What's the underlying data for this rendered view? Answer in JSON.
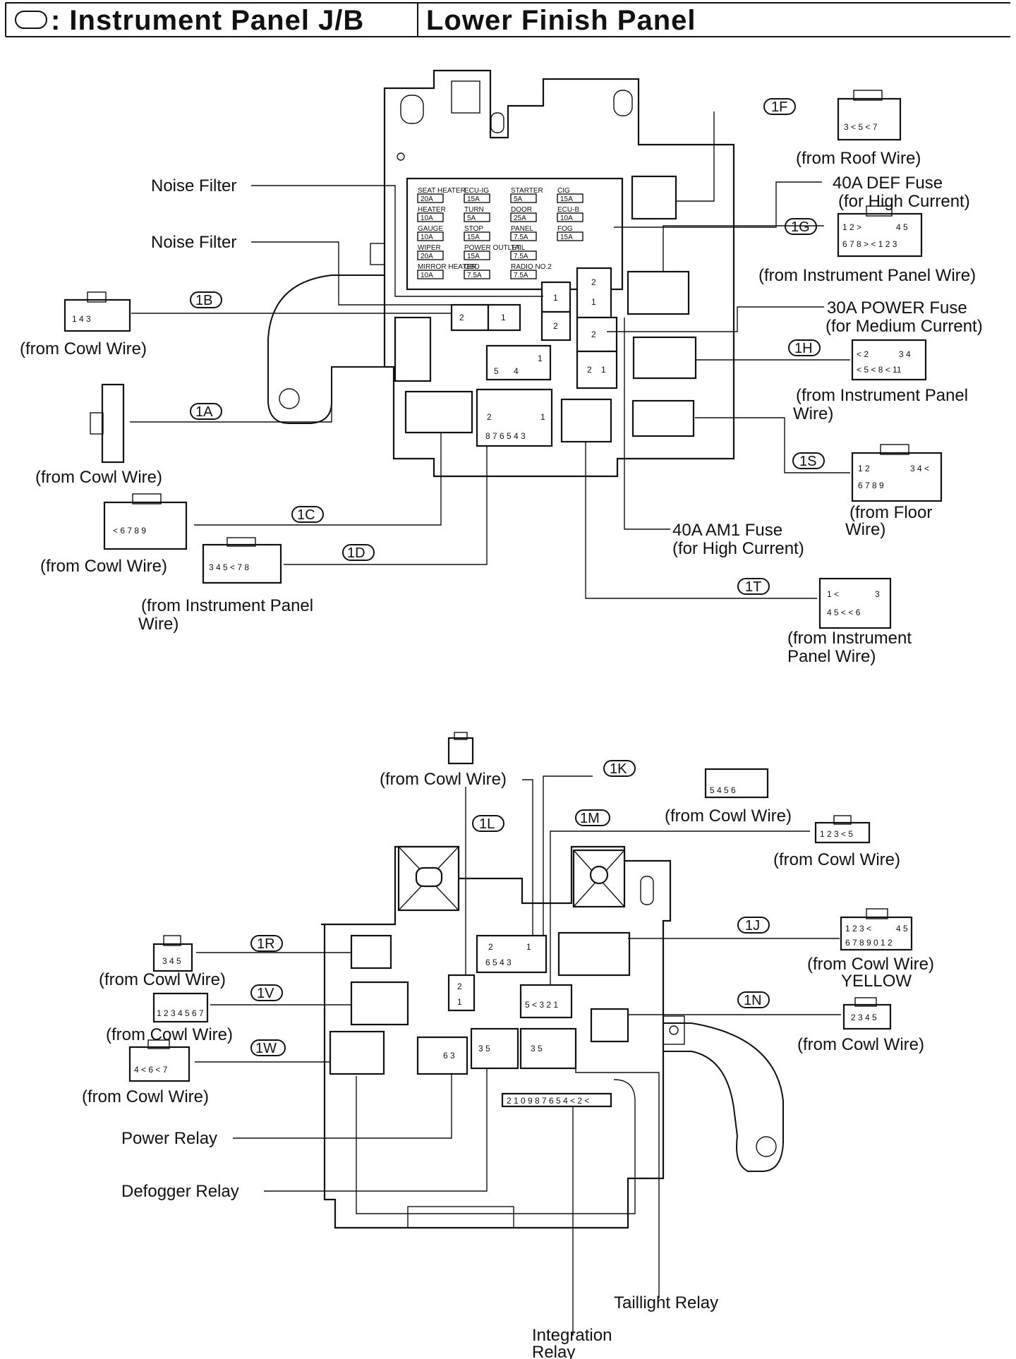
{
  "header": {
    "symbol": "◯",
    "title_left": ": Instrument Panel J/B",
    "title_right": "Lower Finish Panel"
  },
  "top_labels": {
    "noise_filter_1": "Noise Filter",
    "noise_filter_2": "Noise Filter",
    "def_fuse_1": "40A DEF Fuse",
    "def_fuse_2": "(for High Current)",
    "power_fuse_1": "30A POWER Fuse",
    "power_fuse_2": "(for Medium Current)",
    "am1_fuse_1": "40A AM1 Fuse",
    "am1_fuse_2": "(for High Current)"
  },
  "top_connectors": [
    {
      "id": "1F",
      "src": [
        "(from Roof Wire)"
      ]
    },
    {
      "id": "1G",
      "src": [
        "(from Instrument Panel Wire)"
      ]
    },
    {
      "id": "1H",
      "src": [
        "(from Instrument Panel",
        "Wire)"
      ]
    },
    {
      "id": "1S",
      "src": [
        "(from Floor",
        "Wire)"
      ]
    },
    {
      "id": "1T",
      "src": [
        "(from Instrument",
        "Panel Wire)"
      ]
    },
    {
      "id": "1B",
      "src": [
        "(from Cowl Wire)"
      ]
    },
    {
      "id": "1A",
      "src": [
        "(from Cowl Wire)"
      ]
    },
    {
      "id": "1C",
      "src": [
        "(from Cowl Wire)"
      ]
    },
    {
      "id": "1D",
      "src": [
        "(from Instrument Panel",
        "Wire)"
      ]
    }
  ],
  "bottom_connectors": [
    {
      "id": "1K",
      "src": [
        "(from Cowl Wire)"
      ]
    },
    {
      "id": "1L",
      "src": [
        "(from Cowl Wire)"
      ]
    },
    {
      "id": "1M",
      "src": [
        "(from Cowl Wire)"
      ]
    },
    {
      "id": "1J",
      "src": [
        "(from Cowl Wire)",
        "YELLOW"
      ]
    },
    {
      "id": "1N",
      "src": [
        "(from Cowl Wire)"
      ]
    },
    {
      "id": "1R",
      "src": [
        "(from Cowl Wire)"
      ]
    },
    {
      "id": "1V",
      "src": [
        "(from Cowl Wire)"
      ]
    },
    {
      "id": "1W",
      "src": [
        "(from Cowl Wire)"
      ]
    }
  ],
  "bottom_labels": {
    "power_relay": "Power Relay",
    "defogger_relay": "Defogger Relay",
    "taillight_relay": "Taillight Relay",
    "integration_relay_1": "Integration",
    "integration_relay_2": "Relay"
  },
  "fuses": [
    {
      "name": "SEAT HEATER",
      "rating": "20A"
    },
    {
      "name": "HEATER",
      "rating": "10A"
    },
    {
      "name": "GAUGE",
      "rating": "10A"
    },
    {
      "name": "WIPER",
      "rating": "20A"
    },
    {
      "name": "MIRROR HEATER",
      "rating": "10A"
    },
    {
      "name": "ECU-IG",
      "rating": "15A"
    },
    {
      "name": "TURN",
      "rating": "5A"
    },
    {
      "name": "STOP",
      "rating": "15A"
    },
    {
      "name": "POWER OUTLET",
      "rating": "15A"
    },
    {
      "name": "OBD",
      "rating": "7.5A"
    },
    {
      "name": "STARTER",
      "rating": "5A"
    },
    {
      "name": "DOOR",
      "rating": "25A"
    },
    {
      "name": "PANEL",
      "rating": "7.5A"
    },
    {
      "name": "TAIL",
      "rating": "7.5A"
    },
    {
      "name": "RADIO NO.2",
      "rating": "7.5A"
    },
    {
      "name": "CIG",
      "rating": "15A"
    },
    {
      "name": "ECU-B",
      "rating": "10A"
    },
    {
      "name": "FOG",
      "rating": "15A"
    }
  ]
}
